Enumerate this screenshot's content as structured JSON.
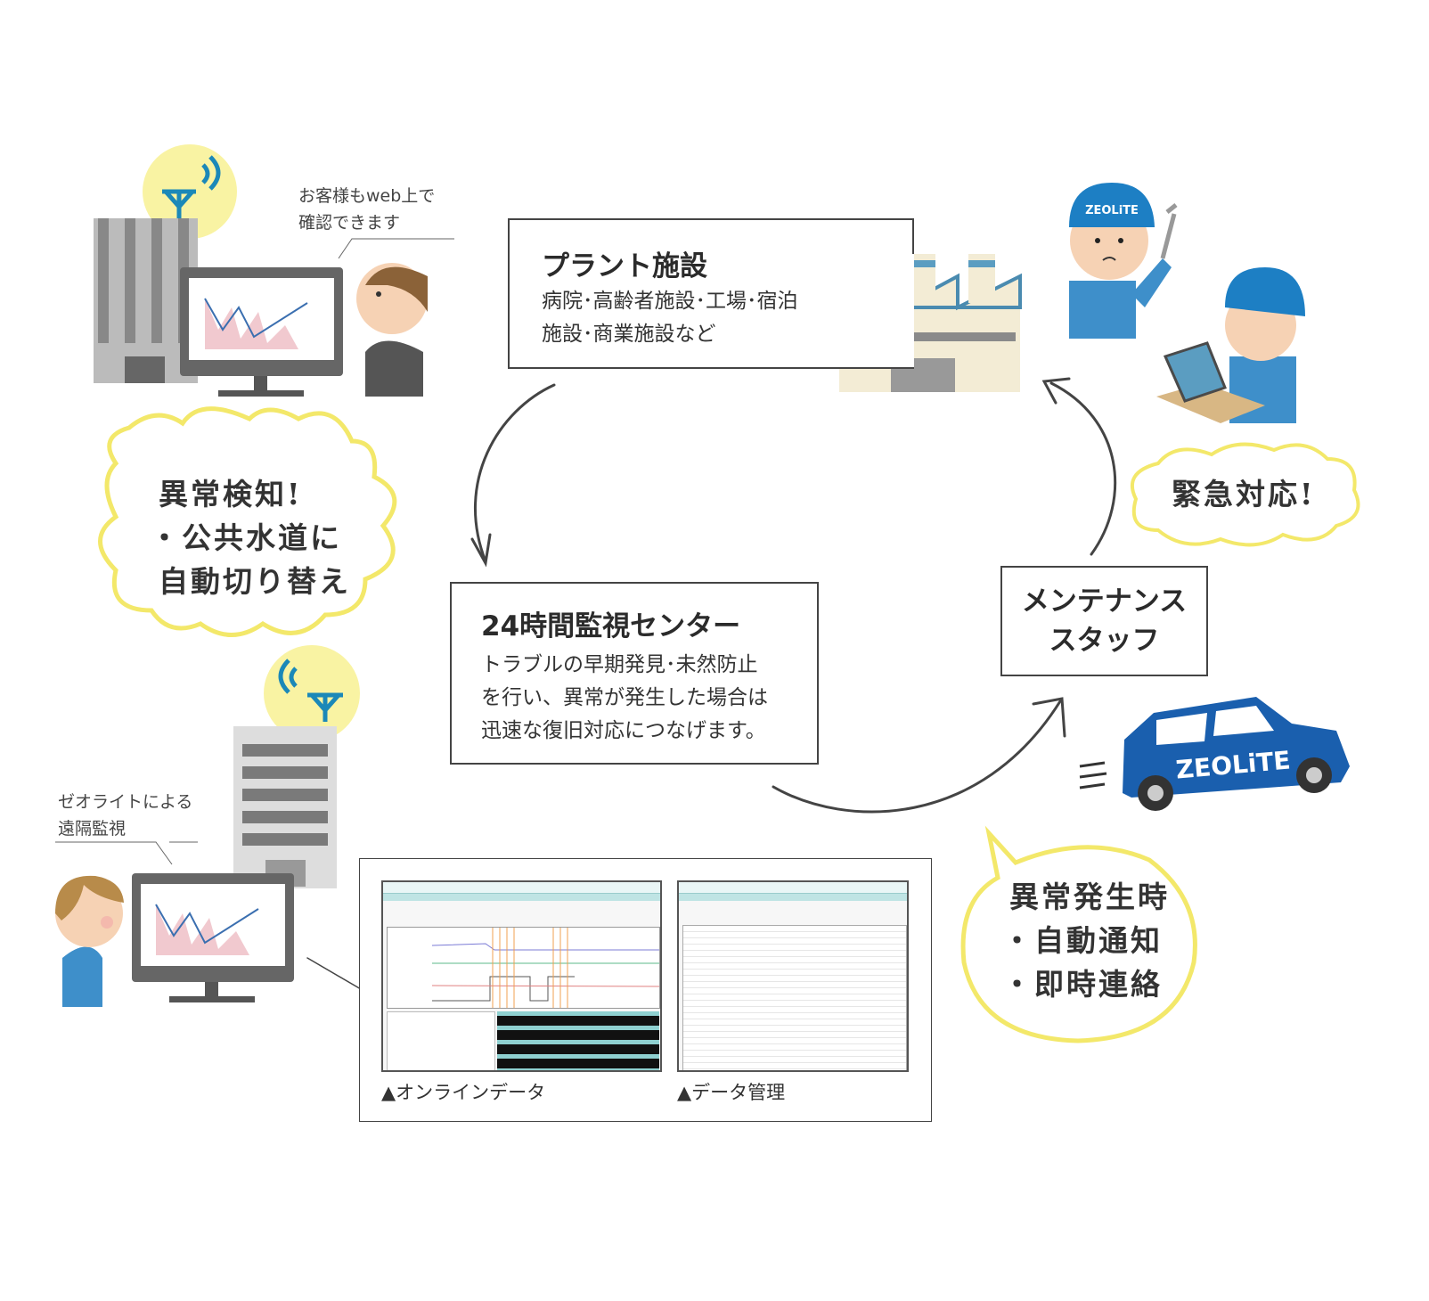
{
  "customer": {
    "note_line1": "お客様もweb上で",
    "note_line2": "確認できます"
  },
  "remote": {
    "note_line1": "ゼオライトによる",
    "note_line2": "遠隔監視"
  },
  "alert_bubble": {
    "line1": "異常検知!",
    "line2": "・公共水道に",
    "line3": "自動切り替え"
  },
  "plant": {
    "title": "プラント施設",
    "line1": "病院･高齢者施設･工場･宿泊",
    "line2": "施設･商業施設など"
  },
  "center": {
    "title": "24時間監視センター",
    "line1": "トラブルの早期発見･未然防止",
    "line2": "を行い、異常が発生した場合は",
    "line3": "迅速な復旧対応につなげます。"
  },
  "maintenance": {
    "line1": "メンテナンス",
    "line2": "スタッフ"
  },
  "emergency_bubble": {
    "text": "緊急対応!"
  },
  "notify_bubble": {
    "line1": "異常発生時",
    "line2": "・自動通知",
    "line3": "・即時連絡"
  },
  "screens": {
    "online_caption": "▲オンラインデータ",
    "data_caption": "▲データ管理"
  },
  "brand": {
    "logo": "ZEOLITE",
    "color": "#1f6fb5"
  },
  "colors": {
    "yellow": "#f7ee7a",
    "helmet": "#1d7fc4",
    "car": "#1a5fae",
    "frame": "#444444"
  }
}
